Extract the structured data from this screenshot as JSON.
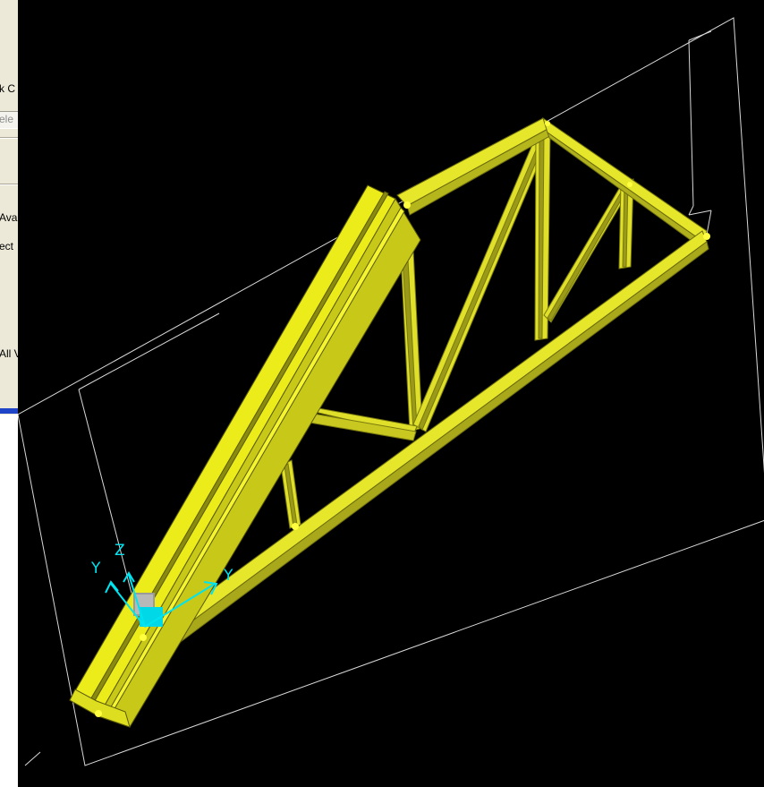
{
  "dialog": {
    "labels": [
      "k C",
      "ele",
      "Ava",
      "ect",
      "All V"
    ]
  },
  "viewport": {
    "background": "#000000",
    "member_color": "#e6e62a",
    "edge_color": "#ffffff",
    "axis_color": "#00e4f0",
    "axes": {
      "y_label": "Y",
      "z_label": "Z",
      "x_label": "Y"
    },
    "icons": [
      "coordinate-axes-icon",
      "node-marker-icon"
    ]
  }
}
